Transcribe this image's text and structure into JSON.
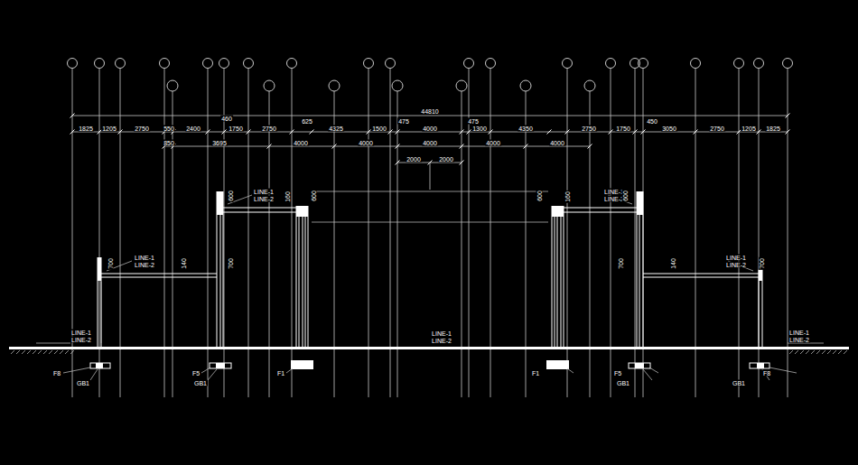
{
  "diagram": {
    "labels": [
      "44810",
      "460",
      "625",
      "475",
      "475",
      "450",
      "1825",
      "1205",
      "2750",
      "550",
      "2400",
      "1750",
      "2750",
      "4325",
      "1500",
      "4000",
      "1300",
      "4350",
      "2750",
      "1750",
      "3050",
      "2750",
      "1205",
      "1825",
      "850",
      "3695",
      "4000",
      "4000",
      "4000",
      "4000",
      "4000",
      "2000",
      "2000",
      "600",
      "LINE-1",
      "LINE-2",
      "160",
      "600",
      "600",
      "160",
      "LINE-1",
      "LINE-2",
      "600",
      "700",
      "LINE-1",
      "LINE-2",
      "140",
      "700",
      "700",
      "140",
      "LINE-1",
      "LINE-2",
      "700",
      "LINE-1",
      "LINE-2",
      "LINE-1",
      "LINE-2",
      "LINE-1",
      "LINE-2",
      "F8",
      "GB1",
      "F5",
      "GB1",
      "F1",
      "F1",
      "F5",
      "GB1",
      "GB1",
      "F8"
    ]
  }
}
